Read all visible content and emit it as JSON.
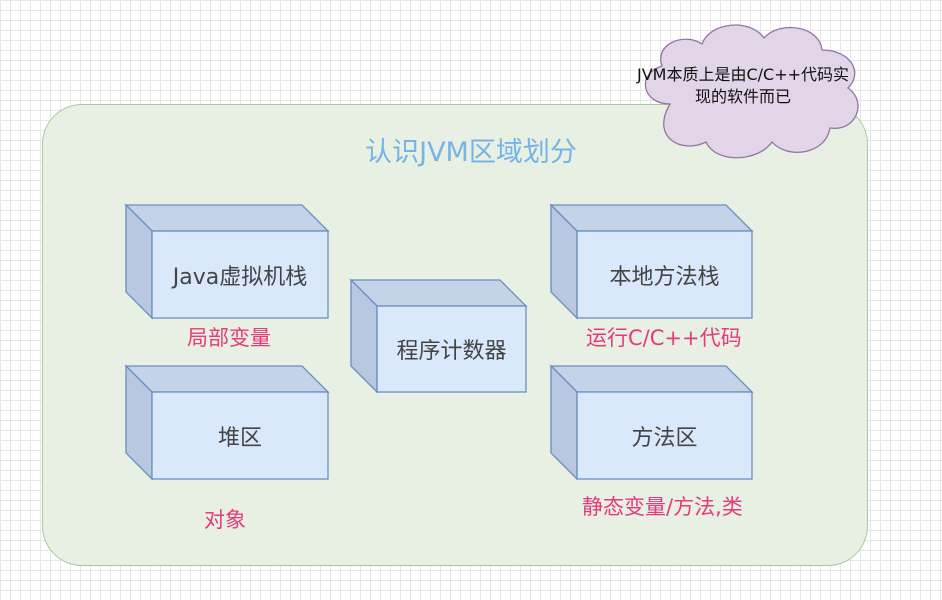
{
  "diagram": {
    "title": "认识JVM区域划分",
    "cloud_note": [
      "JVM本质上是由C/C++代码实",
      "现的软件而已"
    ],
    "boxes": [
      {
        "label": "Java虚拟机栈",
        "note": "局部变量"
      },
      {
        "label": "程序计数器"
      },
      {
        "label": "本地方法栈",
        "note": "运行C/C++代码"
      },
      {
        "label": "堆区",
        "note": "对象"
      },
      {
        "label": "方法区",
        "note": "静态变量/方法,类"
      }
    ]
  },
  "colors": {
    "box_face": "#dae8fc",
    "box_side": "#c5d3e8",
    "box_stroke": "#6c8ebf",
    "region_fill": "#e7f0e2",
    "title_color": "#75b4e6",
    "note_color": "#e6397e",
    "cloud_fill": "#e1d5e7"
  }
}
